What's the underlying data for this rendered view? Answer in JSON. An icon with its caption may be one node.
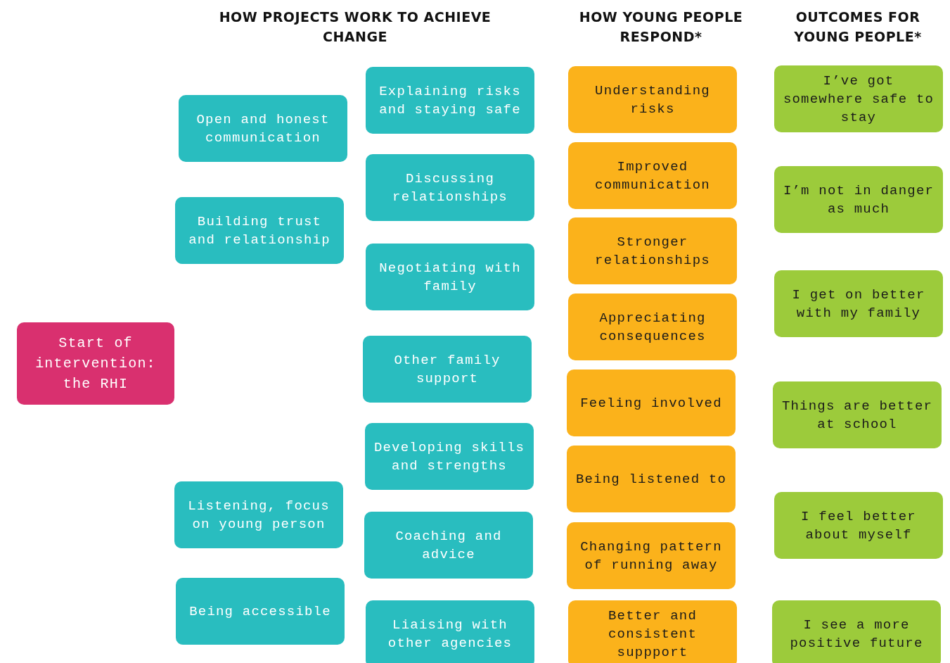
{
  "diagram": {
    "nodes": [
      {
        "text": [
          "Start of intervention: the RHI"
        ]
      },
      {
        "text": [
          "Open and honest communication"
        ]
      },
      {
        "text": [
          "Building trust and relationship"
        ]
      },
      {
        "text": [
          "Listening, focus on young person"
        ]
      },
      {
        "text": [
          "Being accessible"
        ]
      },
      {
        "text": [
          "Explaining risks and staying safe"
        ]
      },
      {
        "text": [
          "Discussing relationships"
        ]
      },
      {
        "text": [
          "Negotiating with family"
        ]
      },
      {
        "text": [
          "Other family support"
        ]
      },
      {
        "text": [
          "Developing skills and strengths"
        ]
      },
      {
        "text": [
          "Coaching and advice"
        ]
      },
      {
        "text": [
          "Liaising with other agencies"
        ]
      },
      {
        "text": [
          "Understanding risks"
        ]
      },
      {
        "text": [
          "Improved communication"
        ]
      },
      {
        "text": [
          "Stronger relationships"
        ]
      },
      {
        "text": [
          "Appreciating consequences"
        ]
      },
      {
        "text": [
          "Feeling involved"
        ]
      },
      {
        "text": [
          "Being listened to"
        ]
      },
      {
        "text": [
          "Changing pattern of running away"
        ]
      },
      {
        "text": [
          "Better and consistent suppport"
        ]
      },
      {
        "text": [
          "I’ve got somewhere safe to stay"
        ]
      },
      {
        "text": [
          "I’m not in danger as much"
        ]
      },
      {
        "text": [
          "I get on better with my family"
        ]
      },
      {
        "text": [
          "Things are better at school"
        ]
      },
      {
        "text": [
          "I feel better about myself"
        ]
      },
      {
        "text": [
          "I see a more positive future"
        ]
      }
    ],
    "labels": [
      "HOW PROJECTS WORK TO ACHIEVE CHANGE",
      "HOW YOUNG PEOPLE RESPOND*",
      "OUTCOMES FOR YOUNG PEOPLE*"
    ]
  }
}
